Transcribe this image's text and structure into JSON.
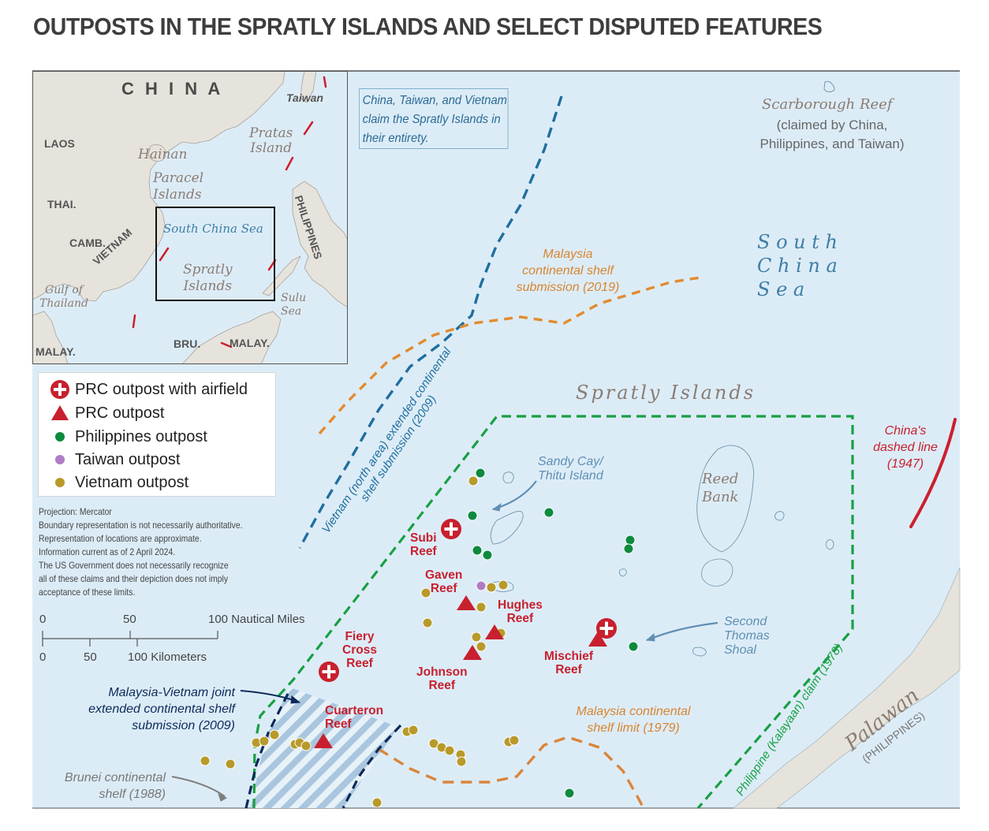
{
  "title": "OUTPOSTS IN THE SPRATLY ISLANDS AND SELECT DISPUTED FEATURES",
  "colors": {
    "sea": "#dcecf7",
    "land": "#e6e3dc",
    "prc_red": "#c8202e",
    "philippines_green": "#0d8a3e",
    "taiwan_purple": "#b07cc6",
    "vietnam_gold": "#b89a2a",
    "vietnam_line": "#1f6f9e",
    "philippine_line": "#18a043",
    "malaysia_orange": "#e38b2f",
    "malaysia_vietnam_navy": "#0c2a5a"
  },
  "inset": {
    "labels": {
      "china": "C H I N A",
      "taiwan": "Taiwan",
      "laos": "LAOS",
      "hainan": "Hainan",
      "pratas": "Pratas\nIsland",
      "paracel": "Paracel\nIslands",
      "thai": "THAI.",
      "camb": "CAMB.",
      "vietnam": "VIETNAM",
      "south_china_sea": "South China Sea",
      "spratly": "Spratly\nIslands",
      "philippines": "PHILIPPINES",
      "gulf": "Gulf of\nThailand",
      "sulu": "Sulu\nSea",
      "malay_left": "MALAY.",
      "bru": "BRU.",
      "malay_right": "MALAY."
    }
  },
  "claim_note": "China, Taiwan, and Vietnam\nclaim the Spratly Islands in\ntheir entirety.",
  "map_labels": {
    "scarborough": "Scarborough Reef",
    "scarborough_sub": "(claimed by China,\nPhilippines, and Taiwan)",
    "south_china_sea": "S o u t h\nC h i n a\nS e a",
    "malaysia_2019": "Malaysia\ncontinental shelf\nsubmission (2019)",
    "spratly_islands": "Spratly Islands",
    "china_dashed": "China's\ndashed line\n(1947)",
    "vietnam_claim": "Vietnam (north area) extended continental\nshelf submission (2009)",
    "sandy_cay": "Sandy Cay/\nThitu Island",
    "reed_bank": "Reed\nBank",
    "second_thomas": "Second\nThomas\nShoal",
    "philippine_claim": "Philippine (Kalayaan) claim (1978)",
    "palawan": "Palawan",
    "palawan_sub": "(PHILIPPINES)",
    "malaysia_1979": "Malaysia continental\nshelf limit (1979)",
    "malaysia_vietnam": "Malaysia-Vietnam joint\nextended continental shelf\nsubmission (2009)",
    "brunei": "Brunei continental\nshelf (1988)"
  },
  "reefs": {
    "subi": "Subi\nReef",
    "gaven": "Gaven\nReef",
    "hughes": "Hughes\nReef",
    "fiery_cross": "Fiery\nCross\nReef",
    "johnson": "Johnson\nReef",
    "mischief": "Mischief\nReef",
    "cuarteron": "Cuarteron\nReef"
  },
  "legend": [
    {
      "symbol": "airfield-icon",
      "label": "PRC outpost with airfield"
    },
    {
      "symbol": "triangle-icon",
      "label": "PRC outpost"
    },
    {
      "symbol": "green-dot-icon",
      "label": "Philippines outpost"
    },
    {
      "symbol": "purple-dot-icon",
      "label": "Taiwan outpost"
    },
    {
      "symbol": "gold-dot-icon",
      "label": "Vietnam outpost"
    }
  ],
  "notes": [
    "Projection: Mercator",
    "Boundary representation is not necessarily authoritative.",
    "Representation of locations are approximate.",
    "Information current as of 2 April 2024.",
    "The US Government does not necessarily recognize",
    "all of these claims and their depiction does not imply",
    "acceptance of these limits."
  ],
  "scale": {
    "nm_ticks": [
      "0",
      "50",
      "100 Nautical Miles"
    ],
    "km_ticks": [
      "0",
      "50",
      "100 Kilometers"
    ]
  }
}
